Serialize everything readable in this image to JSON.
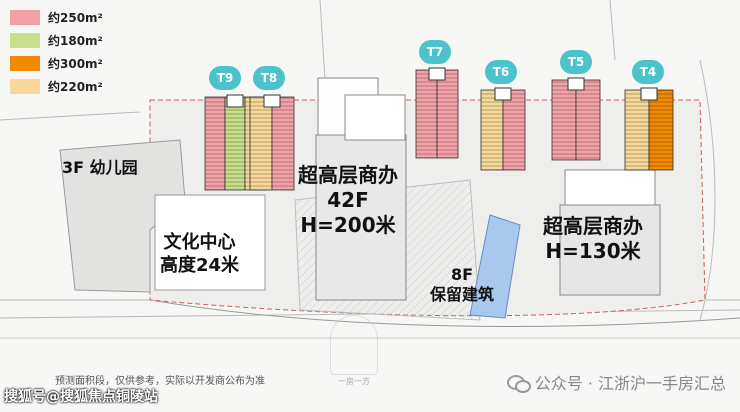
{
  "legend": [
    {
      "label": "约250m²",
      "color": "#f3a0a8"
    },
    {
      "label": "约180m²",
      "color": "#c8e08a"
    },
    {
      "label": "约300m²",
      "color": "#f28a00"
    },
    {
      "label": "约220m²",
      "color": "#f8d89a"
    }
  ],
  "towers": [
    "T9",
    "T8",
    "T7",
    "T6",
    "T5",
    "T4"
  ],
  "labels": {
    "kindergarten": "3F  幼儿园",
    "culture_line1": "文化中心",
    "culture_line2": "高度24米",
    "office_tall_line1": "超高层商办",
    "office_tall_line2": "42F",
    "office_tall_line3": "H=200米",
    "office_mid_line1": "超高层商办",
    "office_mid_line2": "H=130米",
    "preserved_line1": "8F",
    "preserved_line2": "保留建筑"
  },
  "footer": {
    "note": "预测面积段，仅供参考，实际以开发商公布为准",
    "watermark_left": "搜狐号@搜狐焦点铜陵站",
    "watermark_right": "公众号 · 江浙沪一手房汇总",
    "logo_caption": "一房一方"
  }
}
